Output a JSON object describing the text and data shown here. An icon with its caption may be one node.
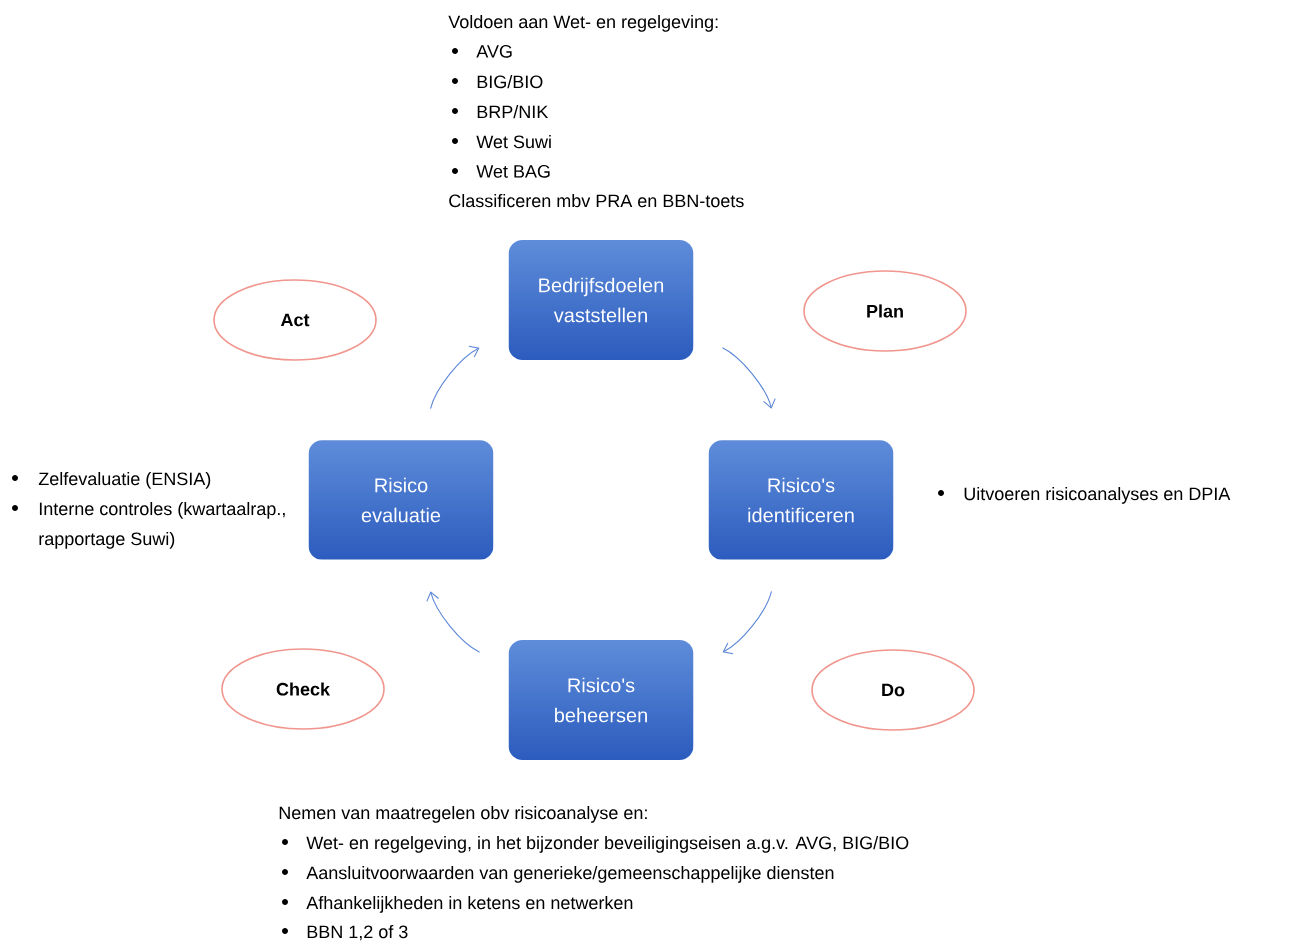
{
  "diagram": {
    "nodes": [
      {
        "text": [
          "Bedrijfsdoelen vaststellen"
        ]
      },
      {
        "text": [
          "Risico's identificeren"
        ]
      },
      {
        "text": [
          "Risico's beheersen"
        ]
      },
      {
        "text": [
          "Risico evaluatie"
        ]
      },
      {
        "text": [
          "Act"
        ]
      },
      {
        "text": [
          "Plan"
        ]
      },
      {
        "text": [
          "Check"
        ]
      },
      {
        "text": [
          "Do"
        ]
      }
    ],
    "edges": [
      {
        "from": 0,
        "to": 1,
        "arrow": "to"
      },
      {
        "from": 1,
        "to": 2,
        "arrow": "to"
      },
      {
        "from": 2,
        "to": 3,
        "arrow": "to"
      },
      {
        "from": 3,
        "to": 0,
        "arrow": "to"
      }
    ],
    "labels": [
      "Voldoen aan Wet- en regelgeving:",
      "AVG",
      "BIG/BIO",
      "BRP/NIK",
      "Wet Suwi",
      "Wet BAG",
      "Classificeren mbv PRA en BBN-toets",
      "Zelfevaluatie (ENSIA)",
      "Interne controles (kwartaalrap., rapportage Suwi)",
      "Uitvoeren risicoanalyses en DPIA",
      "Nemen van maatregelen obv risicoanalyse en:",
      "Wet- en regelgeving, in het bijzonder beveiligingseisen a.g.v. AVG, BIG/BIO",
      "Aansluitvoorwaarden van generieke/gemeenschappelijke diensten",
      "Afhankelijkheden in ketens en netwerken",
      "BBN 1,2 of 3"
    ]
  }
}
